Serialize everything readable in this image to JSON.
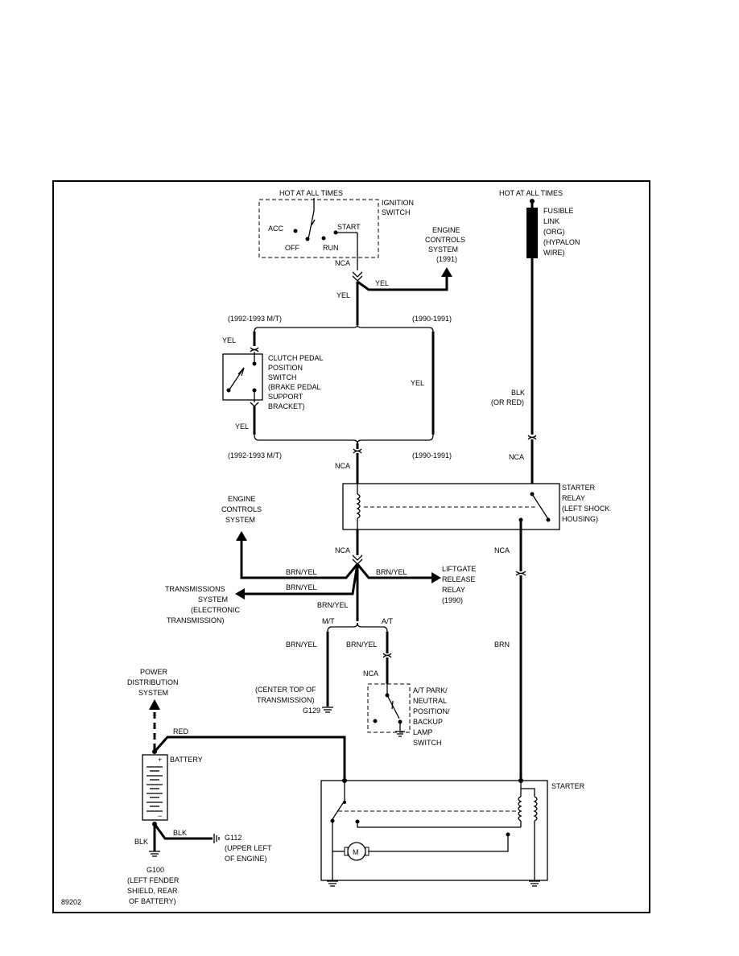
{
  "labels": {
    "hot_top": "HOT AT ALL TIMES",
    "ignition": [
      "IGNITION",
      "SWITCH"
    ],
    "acc": "ACC",
    "start": "START",
    "off": "OFF",
    "run": "RUN",
    "engine_controls_1991": [
      "ENGINE",
      "CONTROLS",
      "SYSTEM",
      "(1991)"
    ],
    "nca": "NCA",
    "yel": "YEL",
    "range_9293_mt": "(1992-1993 M/T)",
    "range_9091": "(1990-1991)",
    "clutch": [
      "CLUTCH PEDAL",
      "POSITION",
      "SWITCH",
      "(BRAKE PEDAL",
      "SUPPORT",
      "BRACKET)"
    ],
    "hot_right": "HOT AT ALL TIMES",
    "fusible": [
      "FUSIBLE",
      "LINK",
      "(ORG)",
      "(HYPALON",
      "WIRE)"
    ],
    "blk_or_red": [
      "BLK",
      "(OR RED)"
    ],
    "starter_relay": [
      "STARTER",
      "RELAY",
      "(LEFT SHOCK",
      "HOUSING)"
    ],
    "engine_controls": [
      "ENGINE",
      "CONTROLS",
      "SYSTEM"
    ],
    "brn_yel": "BRN/YEL",
    "transmissions": [
      "TRANSMISSIONS",
      "SYSTEM",
      "(ELECTRONIC",
      "TRANSMISSION)"
    ],
    "liftgate": [
      "LIFTGATE",
      "RELEASE",
      "RELAY",
      "(1990)"
    ],
    "mt": "M/T",
    "at": "A/T",
    "brn": "BRN",
    "power_dist": [
      "POWER",
      "DISTRIBUTION",
      "SYSTEM"
    ],
    "center_top": [
      "(CENTER TOP OF",
      "TRANSMISSION)"
    ],
    "g129": "G129",
    "atpark": [
      "A/T PARK/",
      "NEUTRAL",
      "POSITION/",
      "BACKUP",
      "LAMP",
      "SWITCH"
    ],
    "red": "RED",
    "battery": "BATTERY",
    "blk": "BLK",
    "g112": [
      "G112",
      "(UPPER LEFT",
      "OF ENGINE)"
    ],
    "g100": [
      "G100",
      "(LEFT FENDER",
      "SHIELD, REAR",
      "OF BATTERY)"
    ],
    "starter": "STARTER",
    "motor": "M",
    "fig_no": "89202"
  }
}
